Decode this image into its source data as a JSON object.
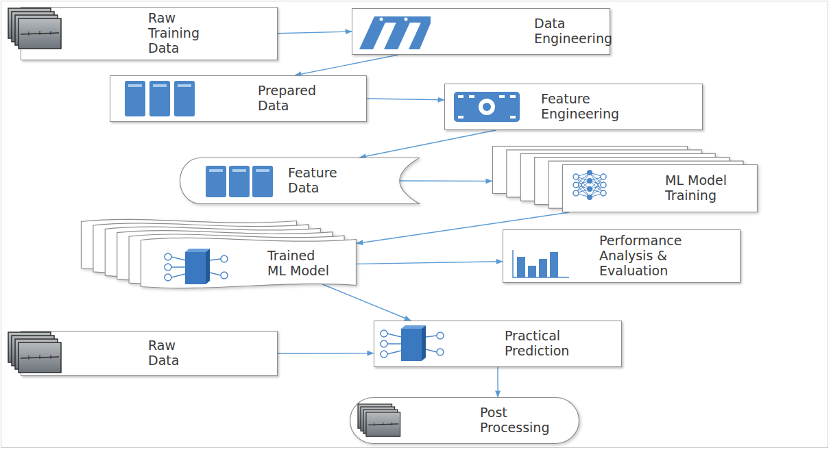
{
  "diagram": {
    "nodes": [
      {
        "text": [
          "Raw Training Data"
        ]
      },
      {
        "text": [
          "Data Engineering"
        ]
      },
      {
        "text": [
          "Prepared Data"
        ]
      },
      {
        "text": [
          "Feature Engineering"
        ]
      },
      {
        "text": [
          "Feature Data"
        ]
      },
      {
        "text": [
          "ML Model Training"
        ]
      },
      {
        "text": [
          "Trained ML Model"
        ]
      },
      {
        "text": [
          "Performance Analysis & Evaluation"
        ]
      },
      {
        "text": [
          "Raw Data"
        ]
      },
      {
        "text": [
          "Practical Prediction"
        ]
      },
      {
        "text": [
          "Post Processing"
        ]
      }
    ],
    "edges": [
      {
        "from": 0,
        "to": 1,
        "arrow": "to"
      },
      {
        "from": 1,
        "to": 2,
        "arrow": "to"
      },
      {
        "from": 2,
        "to": 3,
        "arrow": "to"
      },
      {
        "from": 3,
        "to": 4,
        "arrow": "to"
      },
      {
        "from": 4,
        "to": 5,
        "arrow": "to"
      },
      {
        "from": 5,
        "to": 6,
        "arrow": "to"
      },
      {
        "from": 6,
        "to": 7,
        "arrow": "to"
      },
      {
        "from": 6,
        "to": 9,
        "arrow": "to"
      },
      {
        "from": 8,
        "to": 9,
        "arrow": "to"
      },
      {
        "from": 9,
        "to": 10,
        "arrow": "to"
      }
    ]
  }
}
